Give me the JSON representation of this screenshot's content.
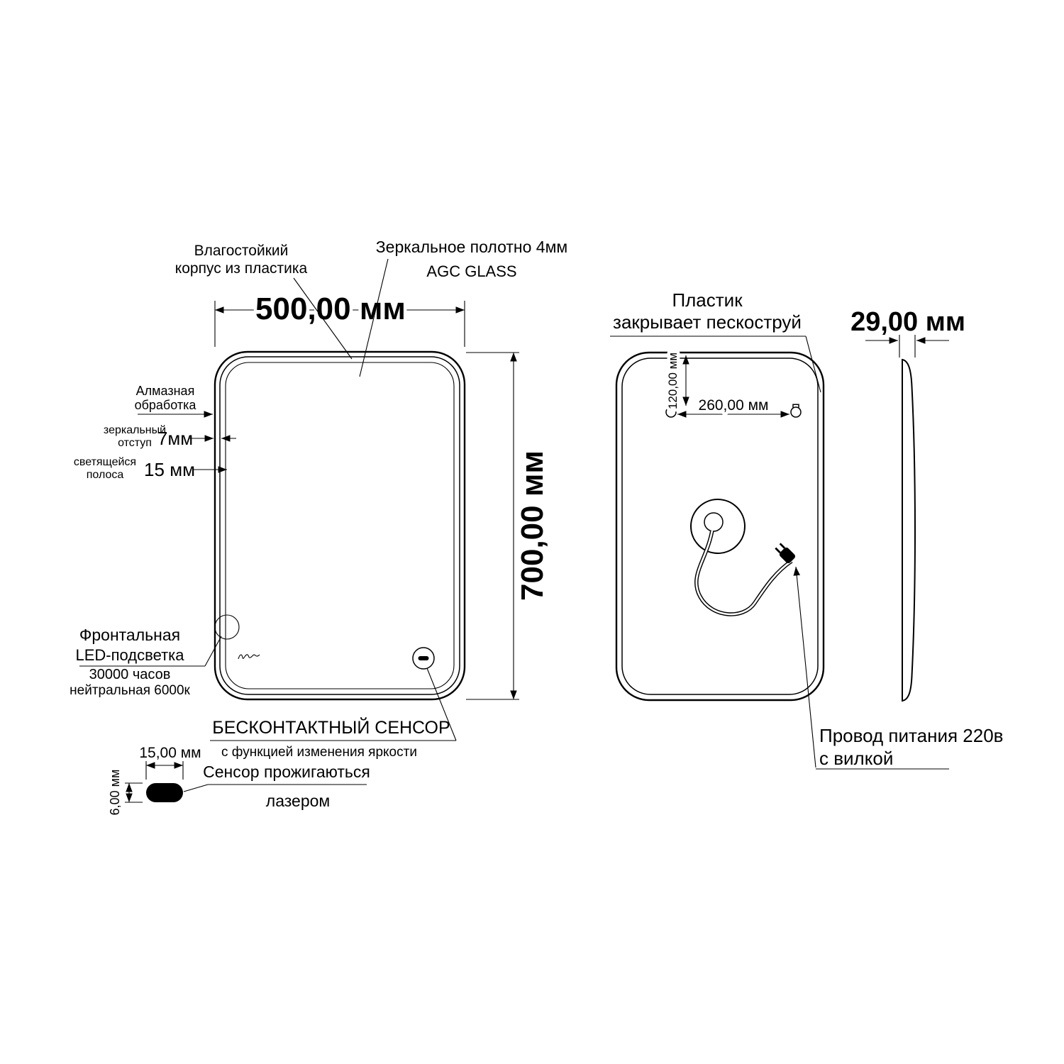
{
  "colors": {
    "line": "#000000",
    "background": "#ffffff"
  },
  "front_view": {
    "dim_width": "500,00 мм",
    "dim_height": "700,00 мм",
    "label_body_line1": "Влагостойкий",
    "label_body_line2": "корпус из пластика",
    "label_glass_line1": "Зеркальное полотно 4мм",
    "label_glass_line2": "AGC GLASS",
    "label_edge_line1": "Алмазная",
    "label_edge_line2": "обработка",
    "label_inset_line1": "зеркальный",
    "label_inset_line2": "отступ",
    "inset_value": "7мм",
    "label_strip_line1": "светящейся",
    "label_strip_line2": "полоса",
    "strip_value": "15 мм",
    "label_led_line1": "Фронтальная",
    "label_led_line2": "LED-подсветка",
    "label_led_line3": "30000 часов",
    "label_led_line4": "нейтральная 6000к",
    "label_sensor_line1": "БЕСКОНТАКТНЫЙ СЕНСОР",
    "label_sensor_line2": "с функцией изменения яркости"
  },
  "sensor_detail": {
    "dim_width": "15,00 мм",
    "dim_height": "6,00 мм",
    "label_line1": "Сенсор прожигаються",
    "label_line2": "лазером"
  },
  "back_view": {
    "label_plastic_line1": "Пластик",
    "label_plastic_line2": "закрывает пескоструй",
    "dim_brackets": "260,00 мм",
    "dim_bracket_offset": "120,00 мм",
    "label_cord_line1": "Провод питания 220в",
    "label_cord_line2": "с вилкой"
  },
  "side_view": {
    "dim_depth": "29,00 мм"
  }
}
